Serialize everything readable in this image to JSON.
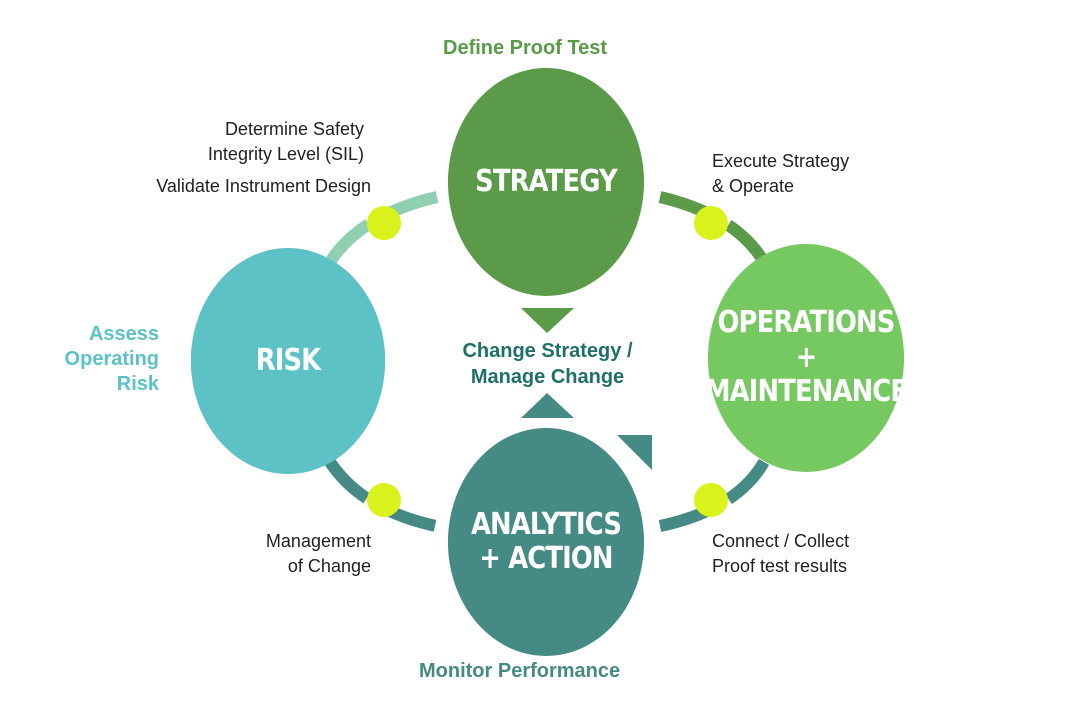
{
  "colors": {
    "strategy": "#5a9a48",
    "risk": "#5cc2c6",
    "operations": "#76c861",
    "analytics": "#458a84",
    "connector_light": "#8fd0b0",
    "node": "#d9f21c",
    "center_text": "#1f6f6b"
  },
  "stages": {
    "top": "Define Proof Test",
    "left": "Assess\nOperating\nRisk",
    "bottom": "Monitor Performance"
  },
  "circles": {
    "strategy": "STRATEGY",
    "risk": "RISK",
    "operations": "OPERATIONS +\nMAINTENANCE",
    "analytics": "ANALYTICS\n+ ACTION"
  },
  "notes": {
    "top_left_1": "Determine Safety\nIntegrity Level (SIL)",
    "top_left_2": "Validate Instrument Design",
    "top_right": "Execute Strategy\n& Operate",
    "bottom_left": "Management\nof Change",
    "bottom_right": "Connect / Collect\nProof test results"
  },
  "center": {
    "label": "Change Strategy /\nManage Change"
  }
}
